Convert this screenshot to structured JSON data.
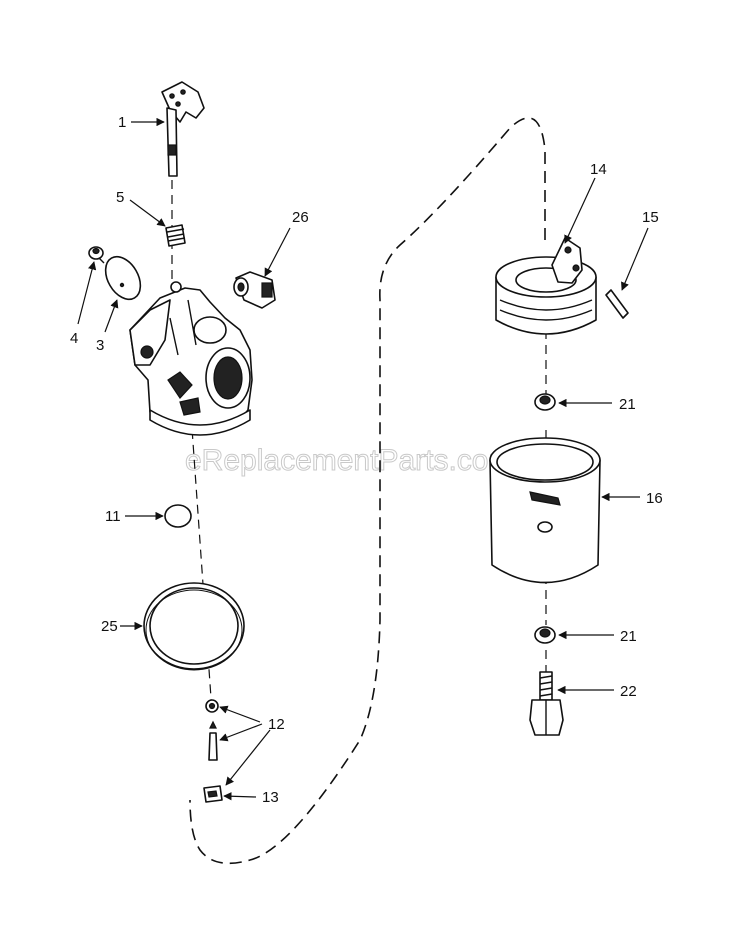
{
  "watermark": "eReplacementParts.com",
  "callouts": {
    "p1": "1",
    "p3": "3",
    "p4": "4",
    "p5": "5",
    "p11": "11",
    "p12": "12",
    "p13": "13",
    "p14": "14",
    "p15": "15",
    "p16": "16",
    "p21a": "21",
    "p21b": "21",
    "p22": "22",
    "p25": "25",
    "p26": "26"
  }
}
